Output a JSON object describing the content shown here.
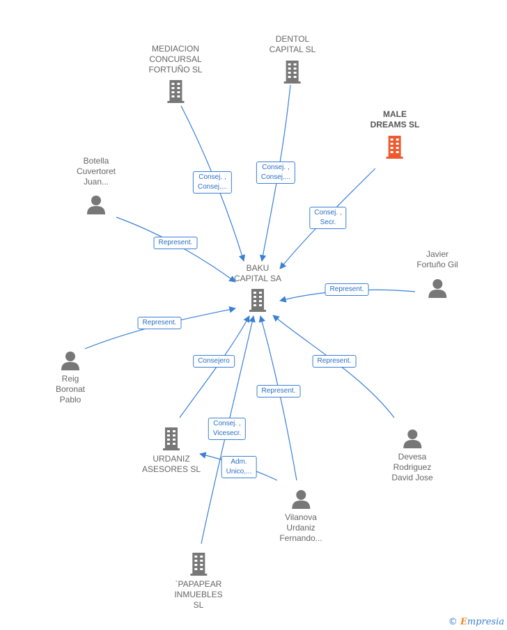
{
  "colors": {
    "edge": "#3a7fd5",
    "node": "#777777",
    "highlight": "#ee5a2e"
  },
  "nodes": {
    "baku": {
      "label": "BAKU\nCAPITAL SA",
      "icon": "building-icon"
    },
    "mediacion": {
      "label": "MEDIACION\nCONCURSAL\nFORTUÑO  SL",
      "icon": "building-icon"
    },
    "dentol": {
      "label": "DENTOL\nCAPITAL  SL",
      "icon": "building-icon"
    },
    "male": {
      "label": "MALE\nDREAMS  SL",
      "icon": "building-icon"
    },
    "botella": {
      "label": "Botella\nCuvertoret\nJuan...",
      "icon": "person-icon"
    },
    "javier": {
      "label": "Javier\nFortuño Gil",
      "icon": "person-icon"
    },
    "reig": {
      "label": "Reig\nBoronat\nPablo",
      "icon": "person-icon"
    },
    "urdaniz": {
      "label": "URDANIZ\nASESORES  SL",
      "icon": "building-icon"
    },
    "devesa": {
      "label": "Devesa\nRodriguez\nDavid Jose",
      "icon": "person-icon"
    },
    "vilanova": {
      "label": "Vilanova\nUrdaniz\nFernando...",
      "icon": "person-icon"
    },
    "papapear": {
      "label": "`PAPAPEAR\nINMUEBLES\nSL",
      "icon": "building-icon"
    }
  },
  "edges": {
    "mediacion_baku": "Consej. ,\nConsej....",
    "dentol_baku": "Consej. ,\nConsej....",
    "male_baku": "Consej. ,\nSecr.",
    "botella_baku": "Represent.",
    "javier_baku": "Represent.",
    "reig_baku": "Represent.",
    "urdaniz_baku": "Consejero",
    "devesa_baku": "Represent.",
    "vilanova_baku": "Represent.",
    "papapear_baku": "Consej. ,\nVicesecr.",
    "vilanova_urdaniz": "Adm.\nUnico,..."
  },
  "brand": {
    "symbol": "©",
    "initial": "E",
    "rest": "mpresia"
  }
}
